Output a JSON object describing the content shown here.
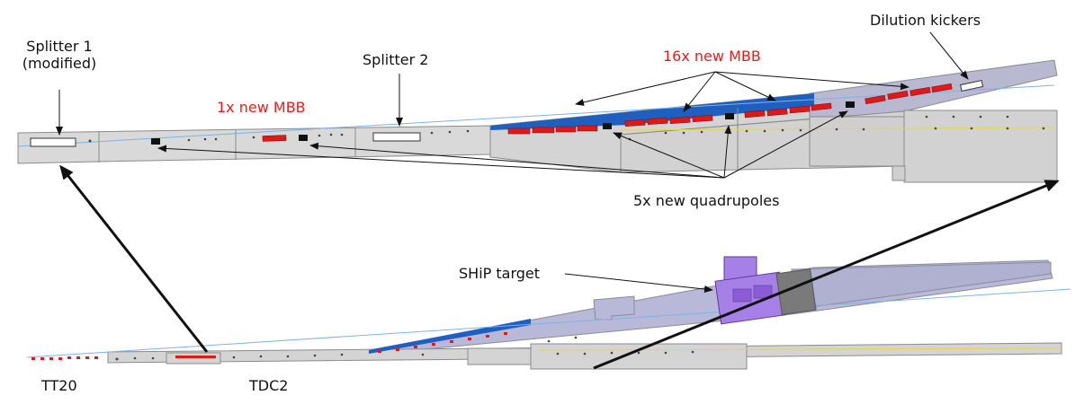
{
  "labels": {
    "splitter1_line1": "Splitter 1",
    "splitter1_line2": "(modified)",
    "splitter2": "Splitter 2",
    "new_mbb_1x": "1x new MBB",
    "new_mbb_16x": "16x new MBB",
    "dilution_kickers": "Dilution kickers",
    "new_quadrupoles": "5x new quadrupoles",
    "ship_target": "SHiP target",
    "tt20": "TT20",
    "tdc2": "TDC2"
  },
  "colors": {
    "tunnel_fill": "#d6d6d6",
    "tunnel_stroke": "#8a8a8a",
    "new_tunnel_blue": "#1f5fbf",
    "magnet_red": "#e01818",
    "beam_blue": "#7fb2e8",
    "beam_yellow": "#e6d44a",
    "target_purple": "#a680e6",
    "target_dark": "#7a7a7a",
    "branch_fill": "#b8b8d8"
  }
}
